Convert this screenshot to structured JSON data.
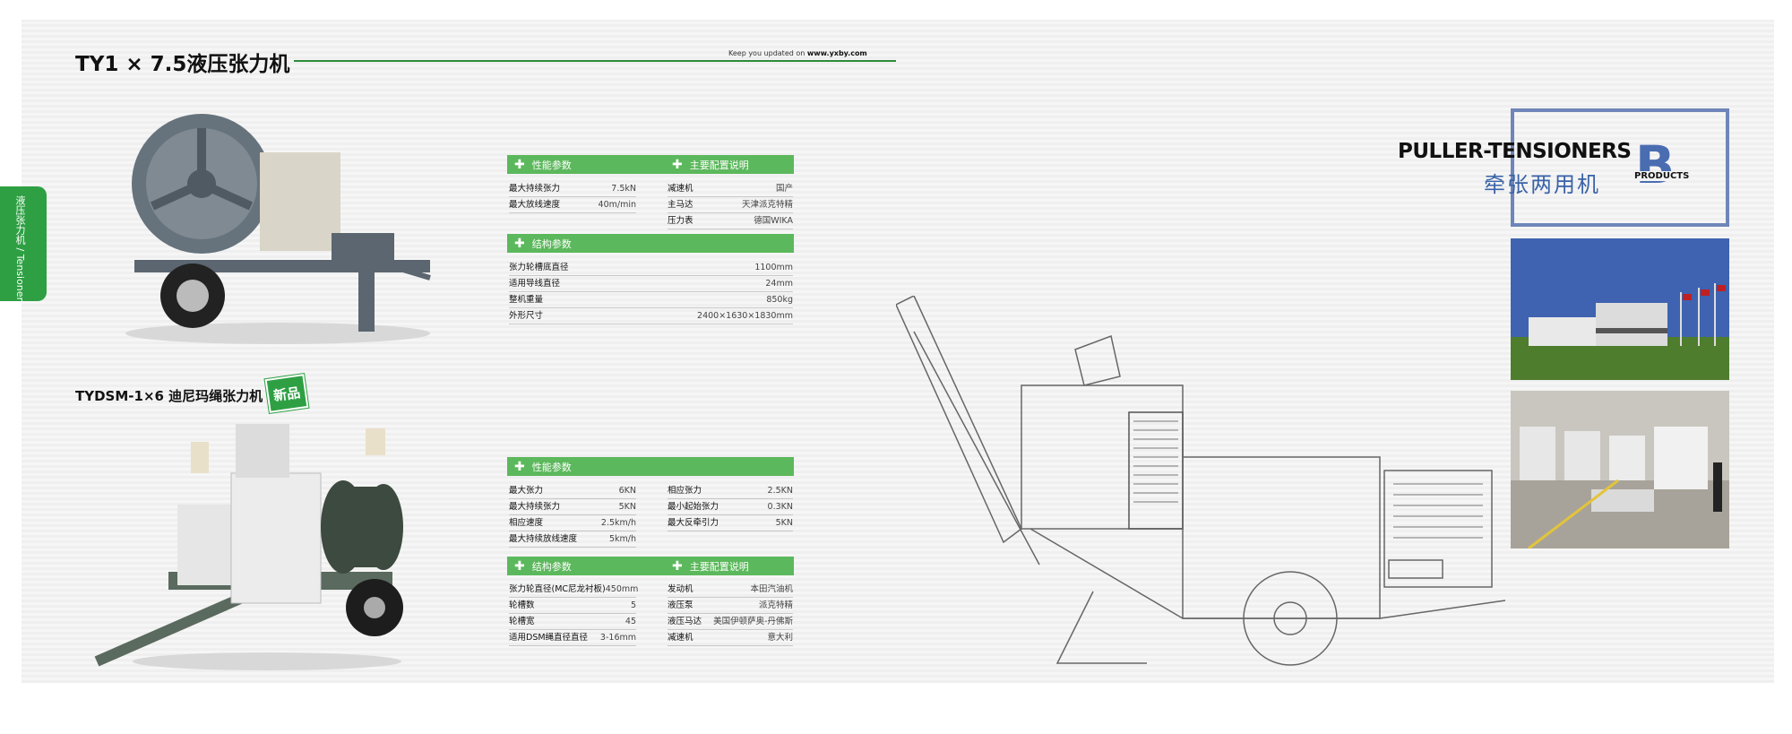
{
  "section1": {
    "title": "TY1 × 7.5液压张力机",
    "keep_prefix": "Keep you updated on",
    "website": "www.yxby.com",
    "perf_header": "性能参数",
    "config_header": "主要配置说明",
    "perf_rows": [
      {
        "label": "最大持续张力",
        "value": "7.5kN"
      },
      {
        "label": "最大放线速度",
        "value": "40m/min"
      }
    ],
    "config_rows": [
      {
        "label": "减速机",
        "value": "国产"
      },
      {
        "label": "主马达",
        "value": "天津派克特精"
      },
      {
        "label": "压力表",
        "value": "德国WIKA"
      }
    ],
    "struct_header": "结构参数",
    "struct_rows": [
      {
        "label": "张力轮槽底直径",
        "value": "1100mm"
      },
      {
        "label": "适用导线直径",
        "value": "24mm"
      },
      {
        "label": "整机重量",
        "value": "850kg"
      },
      {
        "label": "外形尺寸",
        "value": "2400×1630×1830mm"
      }
    ]
  },
  "side_tab": {
    "label": "液压张力机 / Tensioner"
  },
  "section2": {
    "title": "TYDSM-1×6 迪尼玛绳张力机",
    "badge": "新品",
    "perf_header": "性能参数",
    "perf_left": [
      {
        "label": "最大张力",
        "value": "6KN"
      },
      {
        "label": "最大持续张力",
        "value": "5KN"
      },
      {
        "label": "相应速度",
        "value": "2.5km/h"
      },
      {
        "label": "最大持续放线速度",
        "value": "5km/h"
      }
    ],
    "perf_right": [
      {
        "label": "相应张力",
        "value": "2.5KN"
      },
      {
        "label": "最小起始张力",
        "value": "0.3KN"
      },
      {
        "label": "最大反牵引力",
        "value": "5KN"
      }
    ],
    "struct_header": "结构参数",
    "config_header": "主要配置说明",
    "struct_rows": [
      {
        "label": "张力轮直径(MC尼龙衬板)",
        "value": "450mm"
      },
      {
        "label": "轮槽数",
        "value": "5"
      },
      {
        "label": "轮槽宽",
        "value": "45"
      },
      {
        "label": "适用DSM绳直径直径",
        "value": "3-16mm"
      }
    ],
    "config_rows": [
      {
        "label": "发动机",
        "value": "本田汽油机"
      },
      {
        "label": "液压泵",
        "value": "派克特精"
      },
      {
        "label": "液压马达",
        "value": "美国伊顿萨奥-丹佛斯"
      },
      {
        "label": "减速机",
        "value": "意大利"
      }
    ]
  },
  "brand": {
    "title_en": "PULLER-TENSIONERS",
    "title_cn": "牵张两用机",
    "letter": "B",
    "products": "PRODUCTS"
  },
  "colors": {
    "accent_green": "#5cb85c",
    "tab_green": "#2ea043",
    "brand_blue": "#4a6db2",
    "line_green": "#2e8b3a"
  }
}
